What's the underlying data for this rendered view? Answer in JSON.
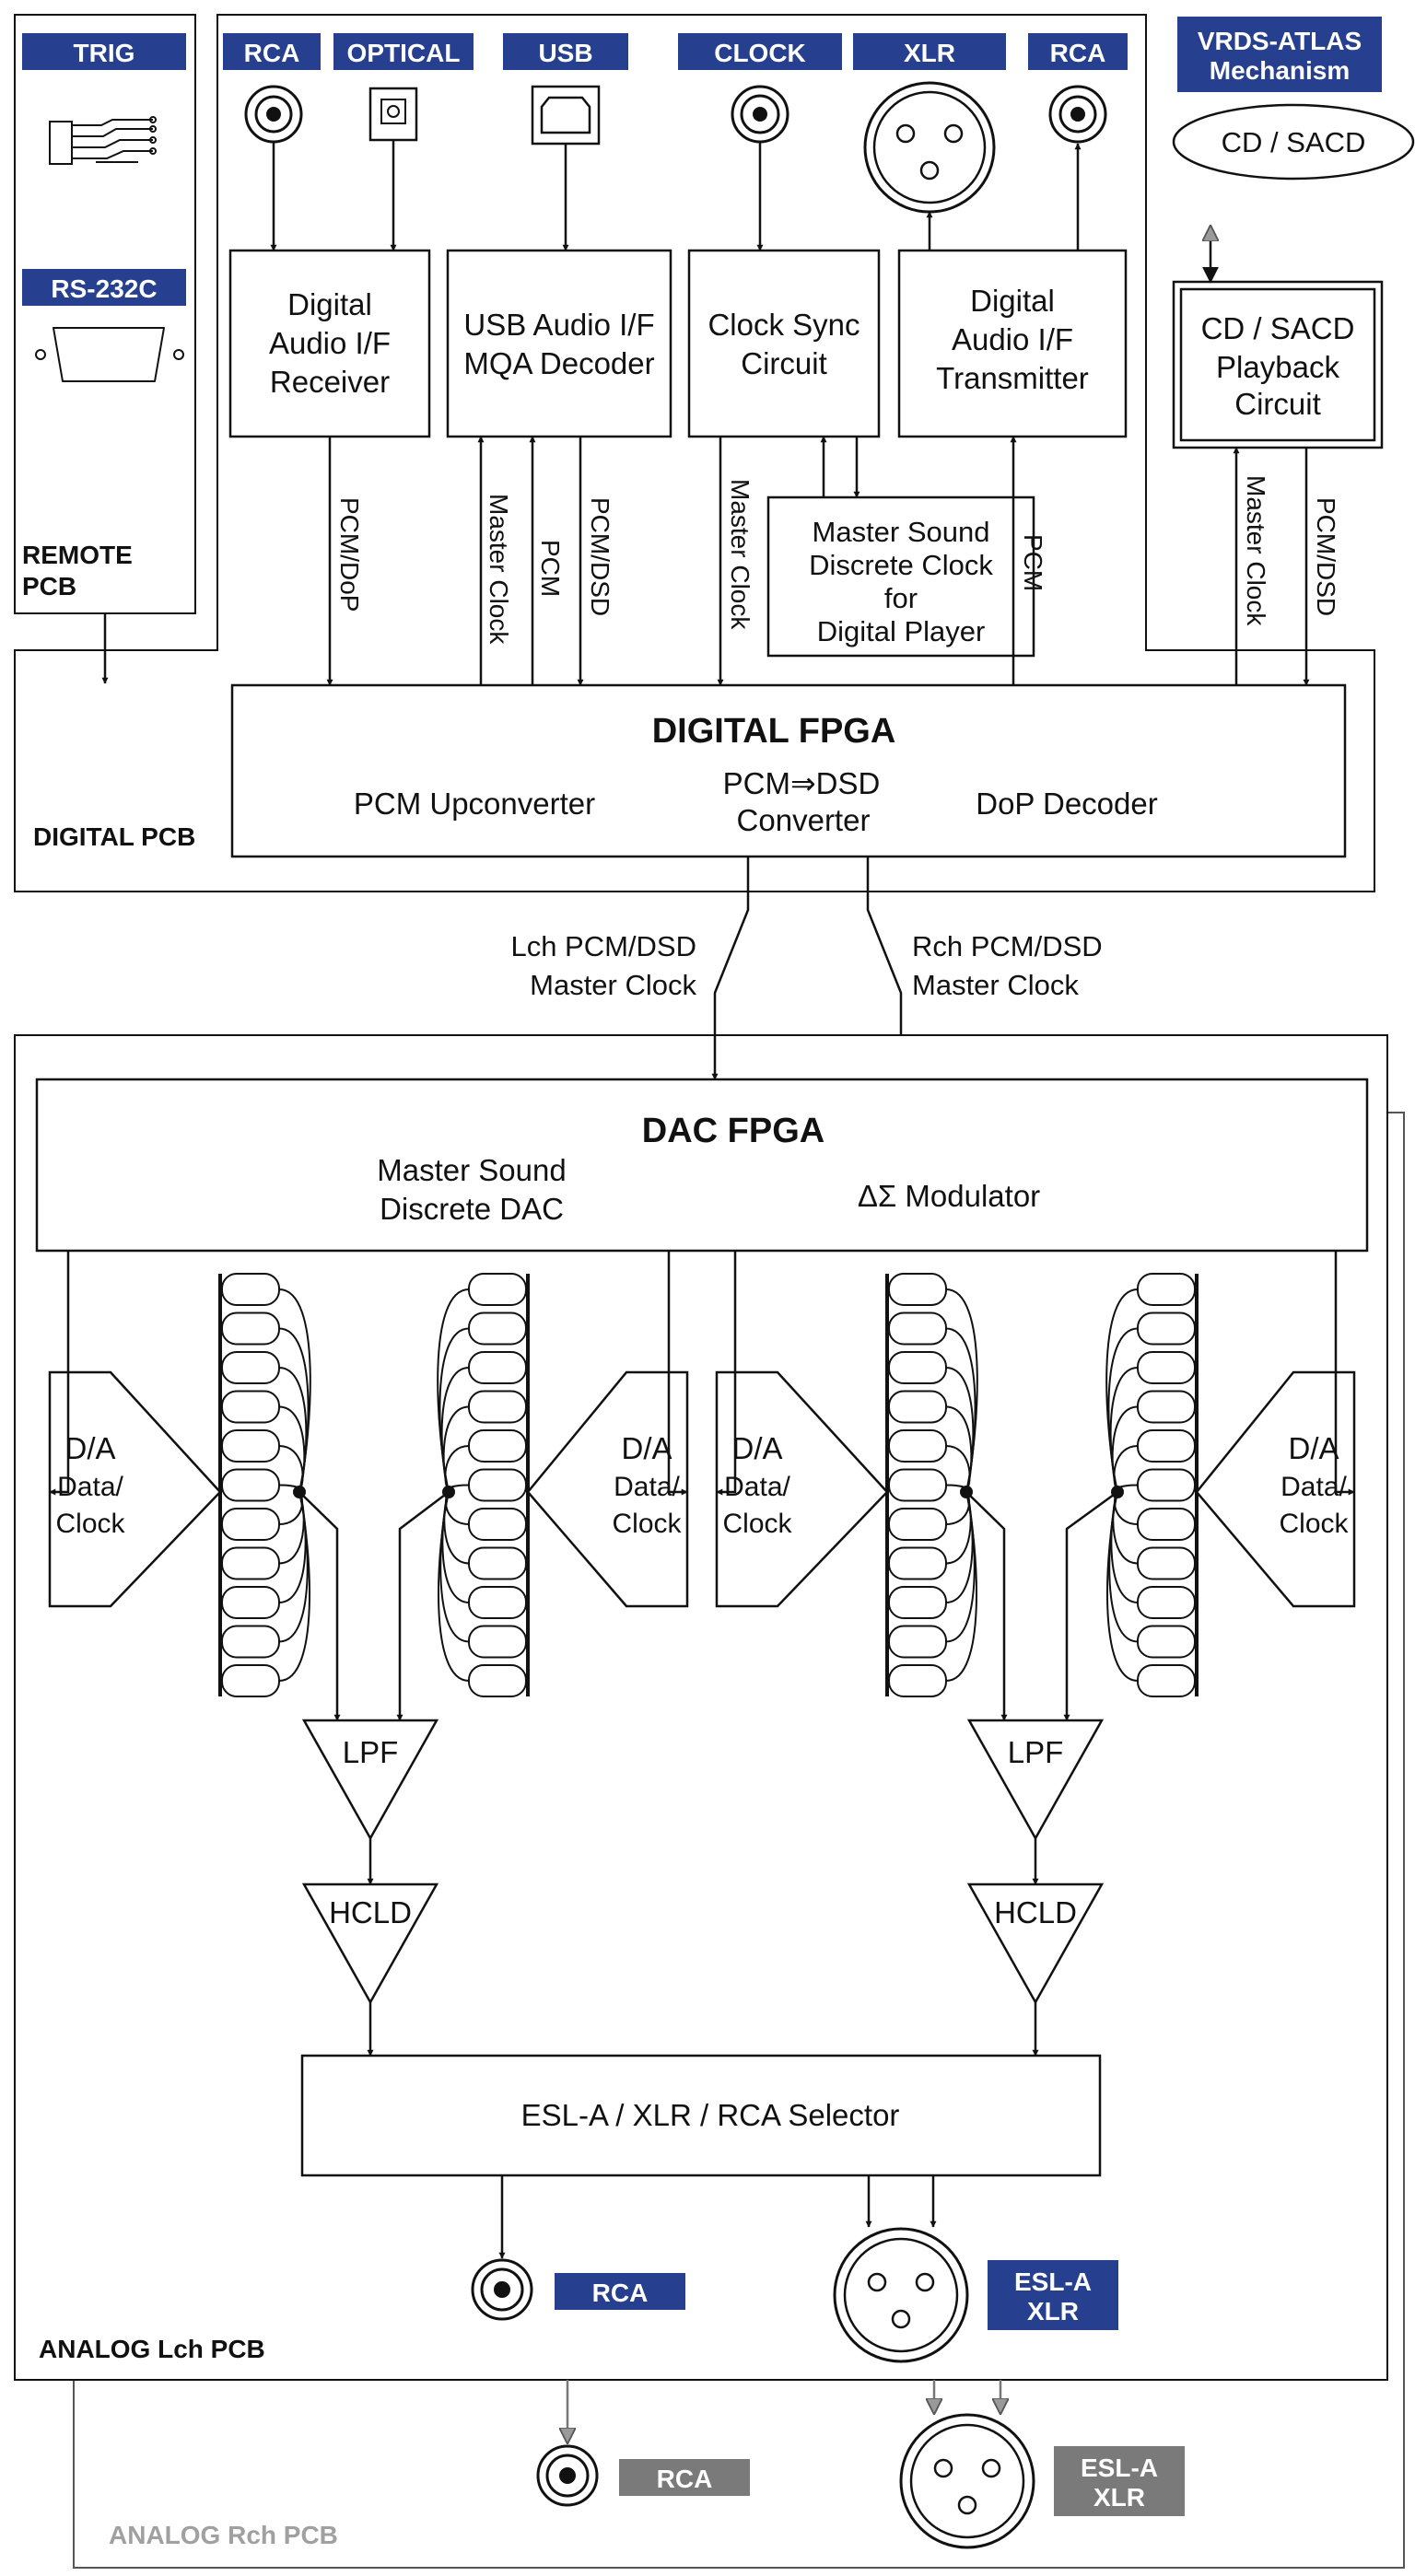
{
  "colors": {
    "tag_blue": "#263f8e",
    "tag_gray": "#7a7a7a",
    "line": "#111111",
    "rch_text": "#a0a0a0"
  },
  "input_tags": {
    "trig": "TRIG",
    "rs232c": "RS-232C",
    "rca_in": "RCA",
    "optical": "OPTICAL",
    "usb": "USB",
    "clock": "CLOCK",
    "xlr": "XLR",
    "rca_out": "RCA",
    "vrds_line1": "VRDS-ATLAS",
    "vrds_line2": "Mechanism"
  },
  "pcb_labels": {
    "remote_line1": "REMOTE",
    "remote_line2": "PCB",
    "digital": "DIGITAL PCB",
    "analog_lch": "ANALOG Lch PCB",
    "analog_rch": "ANALOG Rch PCB"
  },
  "blocks": {
    "receiver": [
      "Digital",
      "Audio I/F",
      "Receiver"
    ],
    "usb_decoder": [
      "USB Audio I/F",
      "MQA Decoder"
    ],
    "clock_sync": [
      "Clock Sync",
      "Circuit"
    ],
    "transmitter": [
      "Digital",
      "Audio I/F",
      "Transmitter"
    ],
    "cd_sacd": "CD / SACD",
    "playback": [
      "CD / SACD",
      "Playback",
      "Circuit"
    ],
    "master_clock": [
      "Master Sound",
      "Discrete Clock",
      "for",
      "Digital Player"
    ]
  },
  "signals": {
    "pcm_dop": "PCM/DoP",
    "master_clock": "Master Clock",
    "pcm": "PCM",
    "pcm_dsd": "PCM/DSD"
  },
  "digital_fpga": {
    "title": "DIGITAL FPGA",
    "upconverter": "PCM Upconverter",
    "converter_line1": "PCM⇒DSD",
    "converter_line2": "Converter",
    "dop": "DoP Decoder"
  },
  "links": {
    "lch_line1": "Lch PCM/DSD",
    "lch_line2": "Master Clock",
    "rch_line1": "Rch PCM/DSD",
    "rch_line2": "Master Clock"
  },
  "dac_fpga": {
    "title": "DAC FPGA",
    "discrete_line1": "Master Sound",
    "discrete_line2": "Discrete DAC",
    "modulator": "ΔΣ Modulator"
  },
  "da_block": {
    "line1": "D/A",
    "line2": "Data/",
    "line3": "Clock"
  },
  "analog": {
    "lpf": "LPF",
    "hcld": "HCLD",
    "selector": "ESL-A / XLR / RCA Selector"
  },
  "output_tags": {
    "rca_lch": "RCA",
    "esla_lch_line1": "ESL-A",
    "esla_lch_line2": "XLR",
    "rca_rch": "RCA",
    "esla_rch_line1": "ESL-A",
    "esla_rch_line2": "XLR"
  }
}
